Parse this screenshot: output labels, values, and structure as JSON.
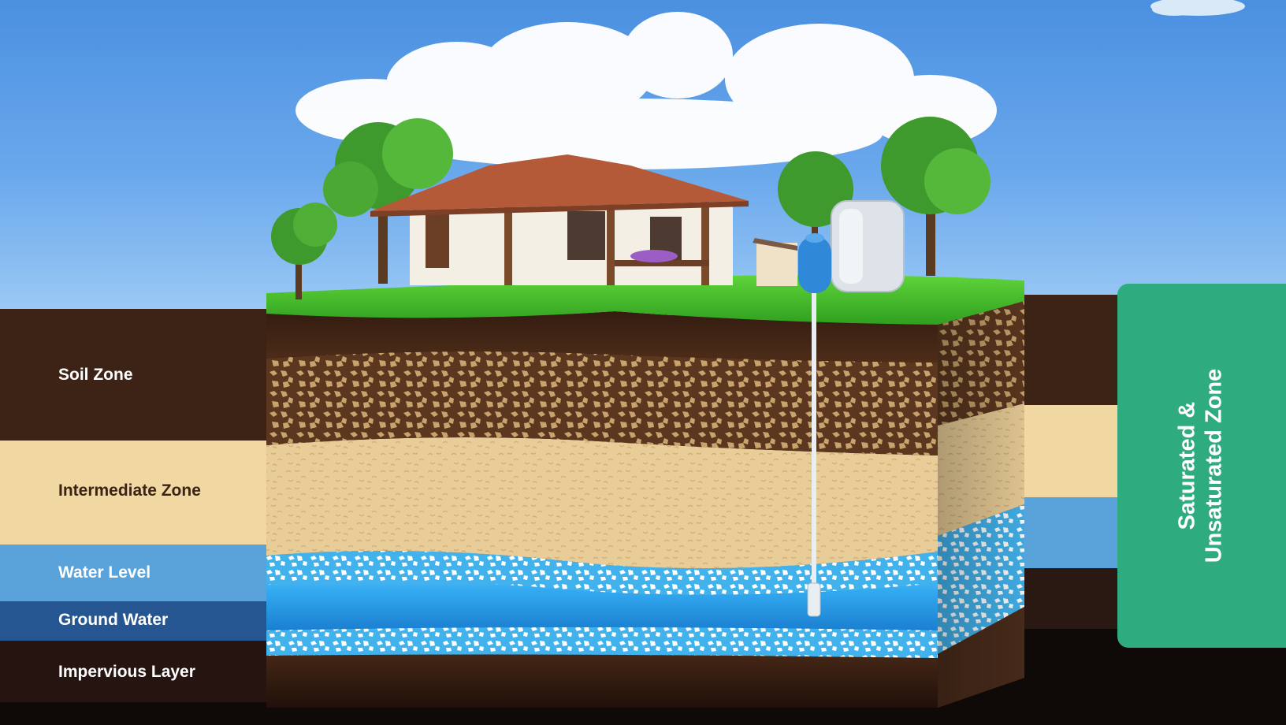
{
  "layers": [
    {
      "key": "soil",
      "label": "Soil Zone",
      "color": "#3d2316",
      "text_color": "#ffffff"
    },
    {
      "key": "intermediate",
      "label": "Intermediate Zone",
      "color": "#f1d7a2",
      "text_color": "#3a2414"
    },
    {
      "key": "water_level",
      "label": "Water Level",
      "color": "#5aa3da",
      "text_color": "#ffffff"
    },
    {
      "key": "ground_water",
      "label": "Ground Water",
      "color": "#255692",
      "text_color": "#ffffff"
    },
    {
      "key": "impervious",
      "label": "Impervious Layer",
      "color": "#261410",
      "text_color": "#ffffff"
    }
  ],
  "zone_card": {
    "line1": "Saturated &",
    "line2": "Unsaturated Zone",
    "color": "#2eac7f"
  },
  "colors": {
    "sky": "#6aa8ec",
    "grass": "#3fbf2a",
    "background": "#0f0907"
  },
  "icons": [
    "cloud-icon",
    "tree-icon",
    "house-icon",
    "water-tank-icon",
    "well-pipe-icon"
  ]
}
